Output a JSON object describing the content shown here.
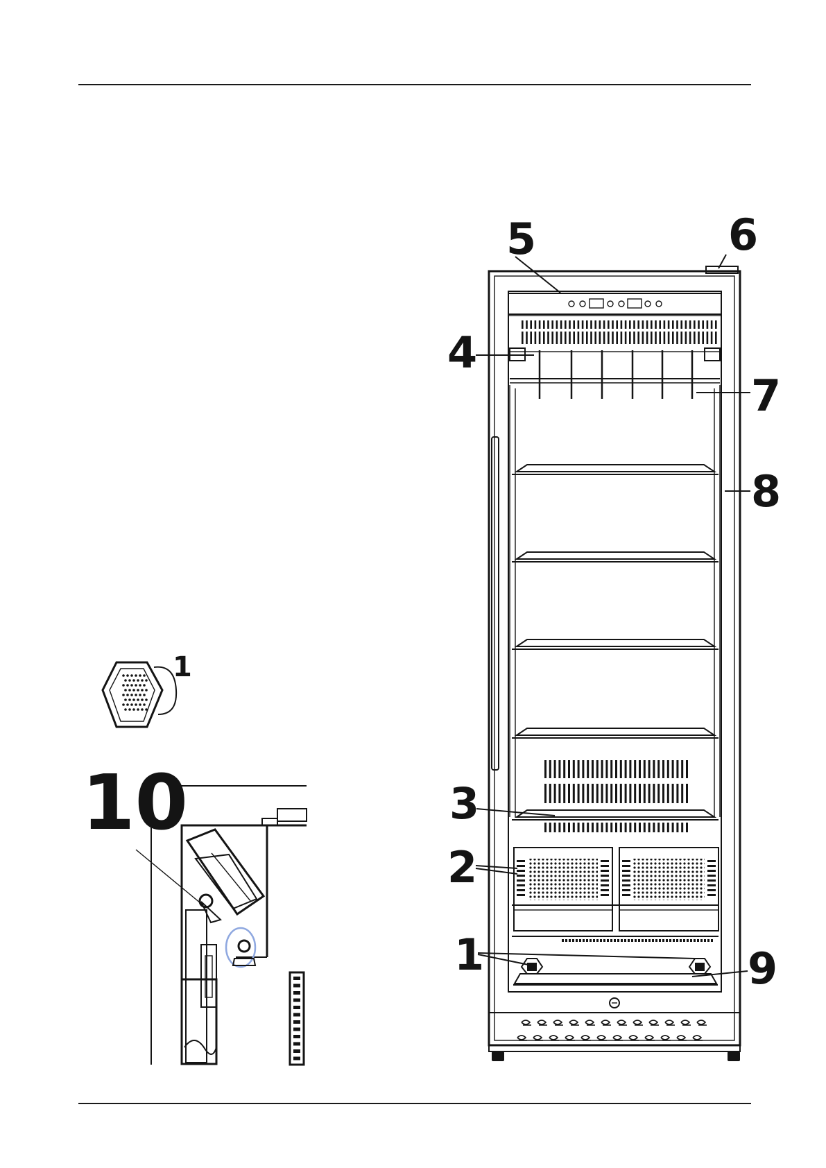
{
  "callouts": {
    "c1": "1",
    "c2": "2",
    "c3": "3",
    "c4": "4",
    "c5": "5",
    "c6": "6",
    "c7": "7",
    "c8": "8",
    "c9": "9",
    "detail_number": "10",
    "detail_part": "1"
  },
  "colors": {
    "line": "#141414",
    "highlight": "#8fa8e0"
  }
}
